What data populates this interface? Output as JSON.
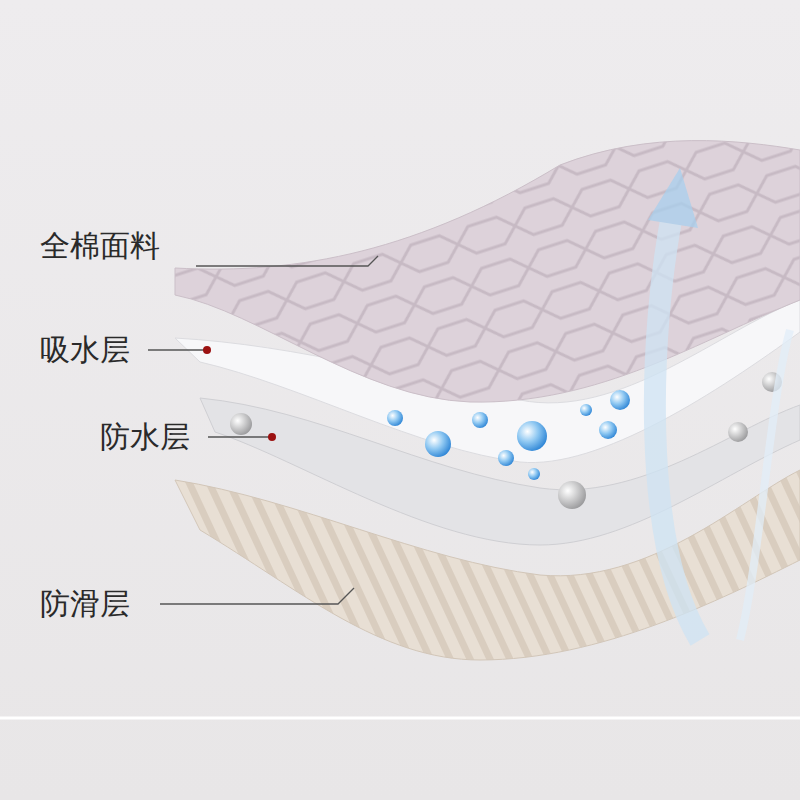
{
  "diagram": {
    "labels": [
      "全棉面料",
      "吸水层",
      "防水层",
      "防滑层"
    ]
  }
}
